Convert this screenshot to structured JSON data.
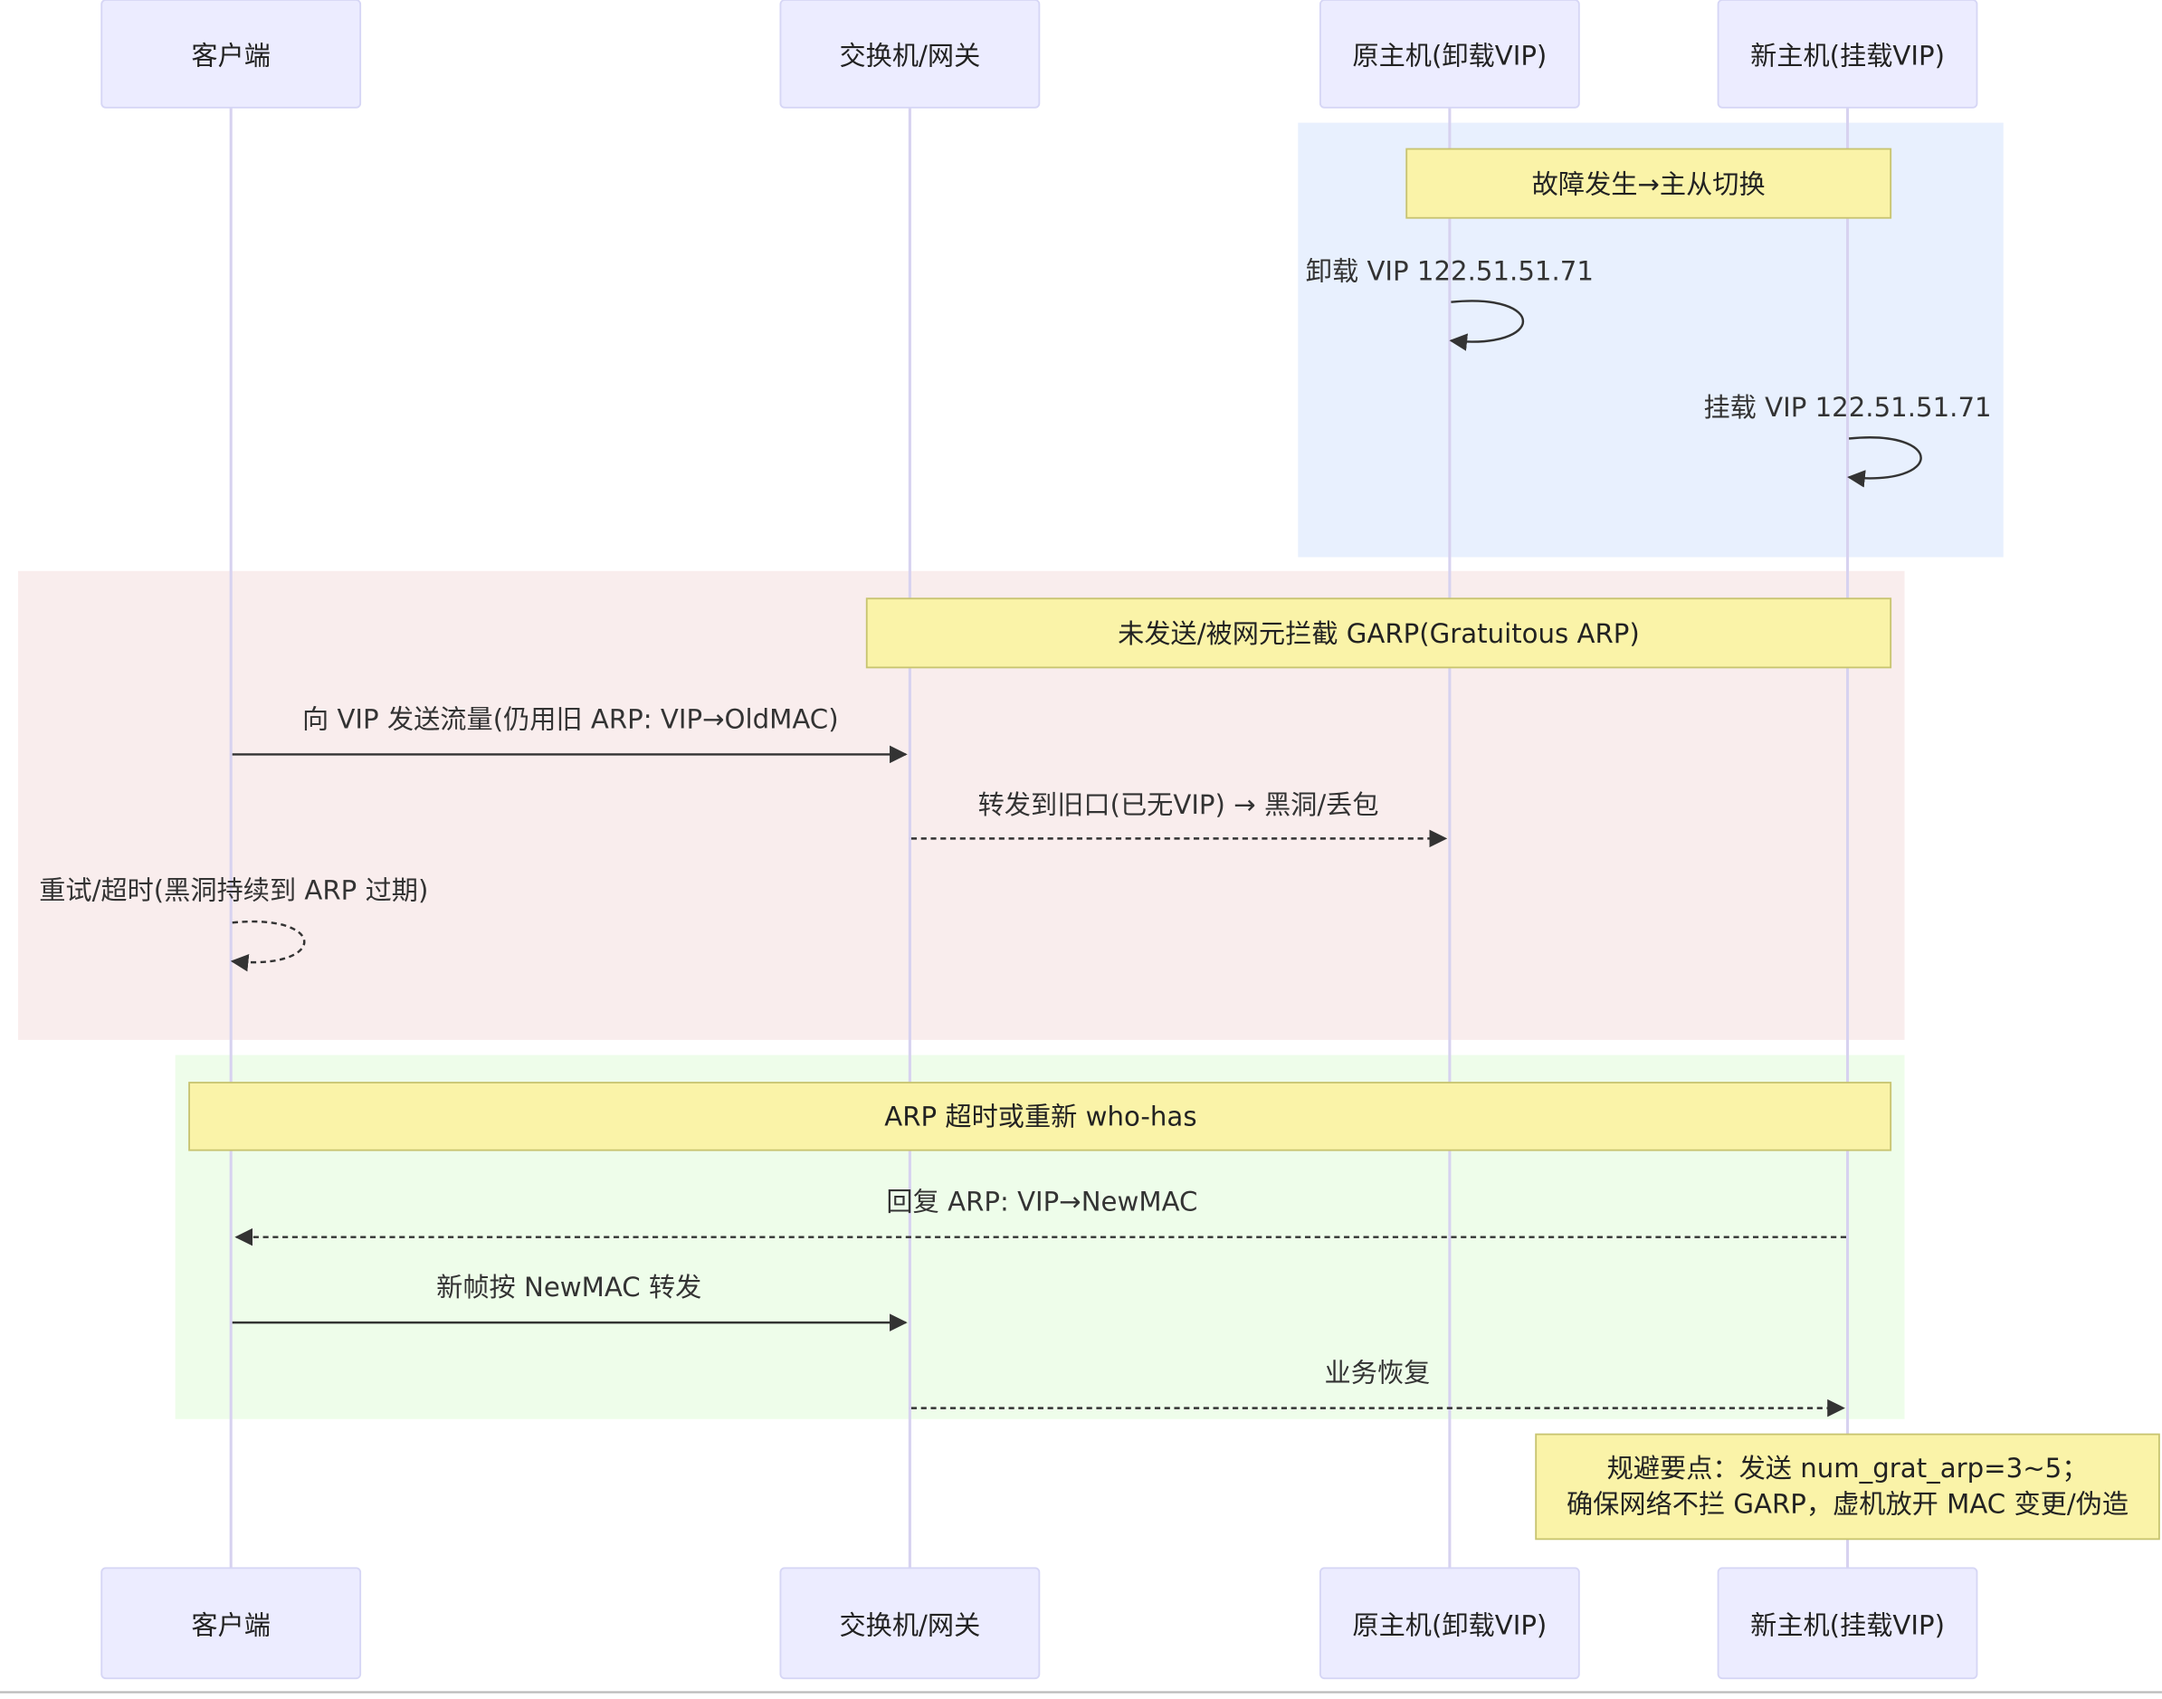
{
  "actors": [
    {
      "id": "client",
      "label": "客户端"
    },
    {
      "id": "switch",
      "label": "交换机/网关"
    },
    {
      "id": "oldhost",
      "label": "原主机(卸载VIP)"
    },
    {
      "id": "newhost",
      "label": "新主机(挂载VIP)"
    }
  ],
  "sections": [
    {
      "id": "failover",
      "color": "#E8F0FE",
      "note": "故障发生→主从切换",
      "messages": [
        {
          "label": "卸载 VIP 122.51.51.71",
          "from": "oldhost",
          "to": "oldhost",
          "style": "solid"
        },
        {
          "label": "挂载 VIP 122.51.51.71",
          "from": "newhost",
          "to": "newhost",
          "style": "solid"
        }
      ]
    },
    {
      "id": "blackhole",
      "color": "#F9EDED",
      "note": "未发送/被网元拦截 GARP(Gratuitous ARP)",
      "messages": [
        {
          "label": "向 VIP 发送流量(仍用旧 ARP: VIP→OldMAC)",
          "from": "client",
          "to": "switch",
          "style": "solid"
        },
        {
          "label": "转发到旧口(已无VIP) → 黑洞/丢包",
          "from": "switch",
          "to": "oldhost",
          "style": "dashed"
        },
        {
          "label": "重试/超时(黑洞持续到 ARP 过期)",
          "from": "client",
          "to": "client",
          "style": "dashed"
        }
      ]
    },
    {
      "id": "recovery",
      "color": "#EEFDEA",
      "note": "ARP 超时或重新 who-has",
      "messages": [
        {
          "label": "回复 ARP: VIP→NewMAC",
          "from": "newhost",
          "to": "client",
          "style": "dashed"
        },
        {
          "label": "新帧按 NewMAC 转发",
          "from": "client",
          "to": "switch",
          "style": "solid"
        },
        {
          "label": "业务恢复",
          "from": "switch",
          "to": "newhost",
          "style": "dashed"
        }
      ]
    }
  ],
  "final_note": {
    "line1": "规避要点：发送 num_grat_arp=3~5；",
    "line2": "确保网络不拦 GARP，虚机放开 MAC 变更/伪造"
  }
}
